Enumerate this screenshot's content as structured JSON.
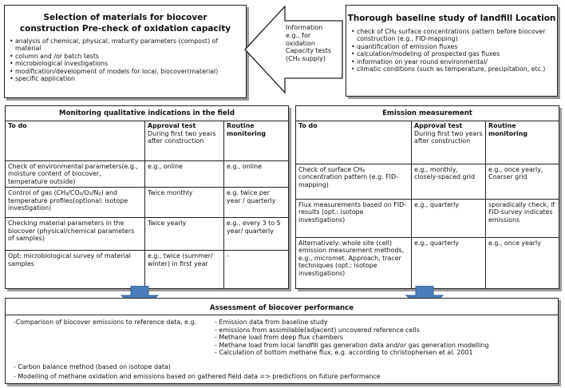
{
  "selection": {
    "title": "Selection of materials for biocover construction Pre-check of oxidation capacity",
    "items": [
      "analysis of chemical, physical, maturity parameters (compost) of material",
      "column and /or batch tests",
      "microbiological investigations",
      "modification/development of models for local, biocover(material)",
      "specific application"
    ]
  },
  "information": {
    "lines": [
      "Information",
      "e.g., for",
      "oxidation",
      "Capacity tests",
      "(CH₄ supply)"
    ]
  },
  "baseline": {
    "title": "Thorough baseline study of landfill Location",
    "items": [
      "check of CH₄ surface concentrations pattern before biocover construction (e.g., FID-mapping)",
      "quantification of emission fluxes",
      "calculation/modeling of prospected gas fluxes",
      "information on year round environmental/",
      "climatic conditions (such as temperature, precipitation, etc.)"
    ]
  },
  "monitoring": {
    "title": "Monitoring qualitative indications in the field",
    "col1": "To do",
    "col2": "Approval test",
    "col2_sub": "During first two years after construction",
    "col3": "Routine monitoring",
    "rows": [
      {
        "todo": "Check of environmental parameters(e.g., moisture content of biocover, temperature outside)",
        "approval": "e.g., online",
        "routine": "e.g., online"
      },
      {
        "todo": "Control of gas (CH₄/CO₂/O₂/N₂) and temperature profiles(optional: isotope investigation)",
        "approval": "Twice monthly",
        "routine": "e.g. twice per year / quarterly"
      },
      {
        "todo": "Checking material parameters in the biocover (physical/chemical parameters of samples)",
        "approval": "Twice yearly",
        "routine": "e.g., every 3 to 5 year/ quarterly"
      },
      {
        "todo": "Opt: microbiological survey of material samples",
        "approval": "e.g., twice (summer/ winter) in first year",
        "routine": "-"
      }
    ]
  },
  "emission": {
    "title": "Emission measurement",
    "col1": "To do",
    "col2": "Approval test",
    "col2_sub": "During first two years after construction",
    "col3": "Routine monitoring",
    "rows": [
      {
        "todo": "Check of surface CH₄ concentration pattern (e.g. FID-mapping)",
        "approval": "e.g., monthly, closely-spaced grid",
        "routine": "e.g., once yearly, Coarser grid"
      },
      {
        "todo": "Flux measurements based on FID-results (opt.: isotope investigations)",
        "approval": "e.g., quarterly",
        "routine": "sporadically check, if FID-survey indicates emissions"
      },
      {
        "todo": "Alternatively: whole site (cell) emission measurement methods, e.g., micromet. Approach, tracer techniques (opt.: isotope investigations)",
        "approval": "e.g., quarterly",
        "routine": "e.g., once yearly"
      }
    ]
  },
  "assessment": {
    "title": "Assessment of biocover performance",
    "comparison": "-Comparison of biocover emissions to reference data, e.g.",
    "refs": [
      "- Emission data from baseline study",
      "- emissions from assimilable(adjacent) uncovered reference cells",
      "- Methane load from deep flux chambers",
      "- Methane load from local landfill gas generation data and/or gas generation modelling",
      "- Calculation of bottom methane flux, e.g. according to christophersen et al. 2001"
    ],
    "carbon": "- Carbon balance method (based on isotope data)",
    "modelling": "- Modelling of methane oxidation and emissions based on gathered field data => predictions on future performance"
  },
  "colors": {
    "arrow_fill": "#4a7ebb",
    "arrow_edge": "#2f5f96",
    "shadow": "#9a9a9a"
  }
}
